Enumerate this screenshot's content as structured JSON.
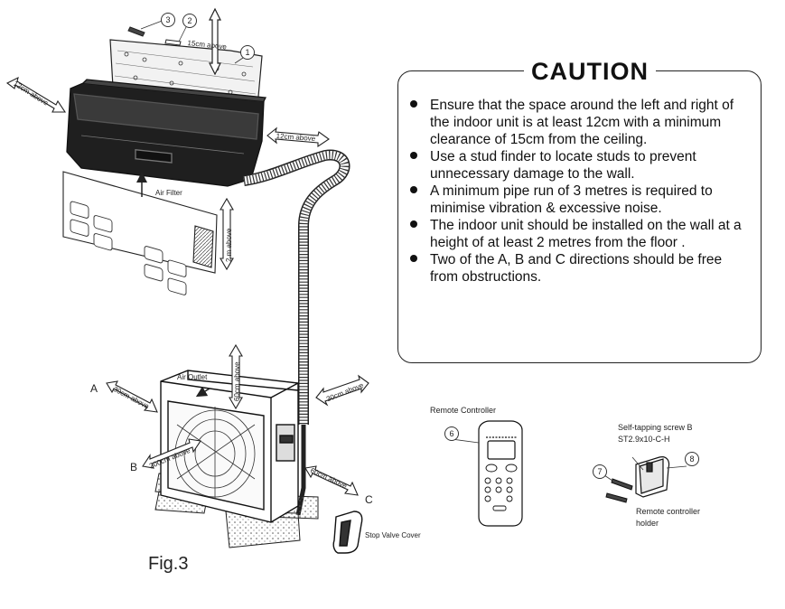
{
  "caution": {
    "title": "CAUTION",
    "items": [
      "Ensure that the space around the left and right of the indoor unit is at least 12cm with a minimum clearance of 15cm from the ceiling.",
      "Use a stud finder to locate studs to prevent unnecessary damage to the wall.",
      "A  minimum pipe run of 3 metres is required to minimise vibration & excessive noise.",
      "The indoor unit should be installed on the wall at a height of at least 2 metres from the floor .",
      "Two of the A, B and C directions should be free from obstructions."
    ]
  },
  "labels": {
    "15cm_above": "15cm above",
    "12cm_above_left": "12cm above",
    "12cm_above_right": "12cm above",
    "air_filter": "Air Filter",
    "2m_above": "2 m above",
    "air_outlet": "Air Outlet",
    "60cm_above_top": "60cm above",
    "30cm_above_a": "30cm above",
    "30cm_above_right": "30cm above",
    "200cm_above": "200cm above",
    "60cm_above_c": "60cm above",
    "dir_a": "A",
    "dir_b": "B",
    "dir_c": "C",
    "stop_valve_cover": "Stop Valve Cover",
    "remote_controller": "Remote Controller",
    "self_tapping_screw": "Self-tapping screw  B",
    "screw_spec": "ST2.9x10-C-H",
    "remote_holder_1": "Remote  controller",
    "remote_holder_2": "holder",
    "fig": "Fig.3"
  },
  "callouts": [
    "1",
    "2",
    "3",
    "6",
    "7",
    "8"
  ]
}
